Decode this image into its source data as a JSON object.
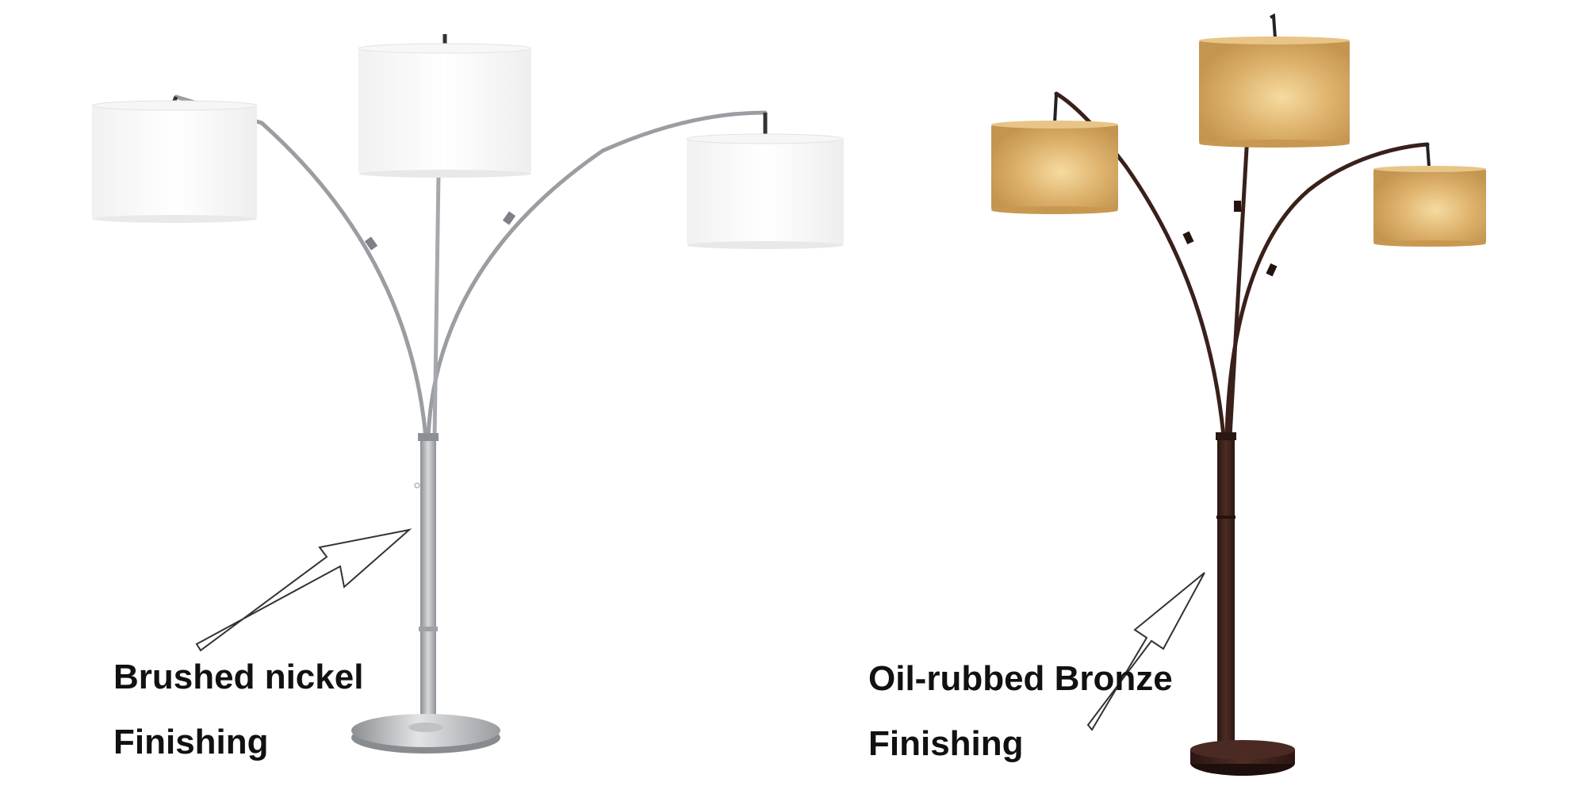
{
  "left_product": {
    "finish_line_1": "Brushed nickel",
    "finish_line_2": "Finishing",
    "metal_color": "#a9acb0",
    "shade_color": "#ffffff"
  },
  "right_product": {
    "finish_line_1": "Oil-rubbed Bronze",
    "finish_line_2": "Finishing",
    "metal_color": "#3a201a",
    "shade_color": "#dcb06b"
  },
  "annotations": {
    "arrow_color": "#333333"
  }
}
